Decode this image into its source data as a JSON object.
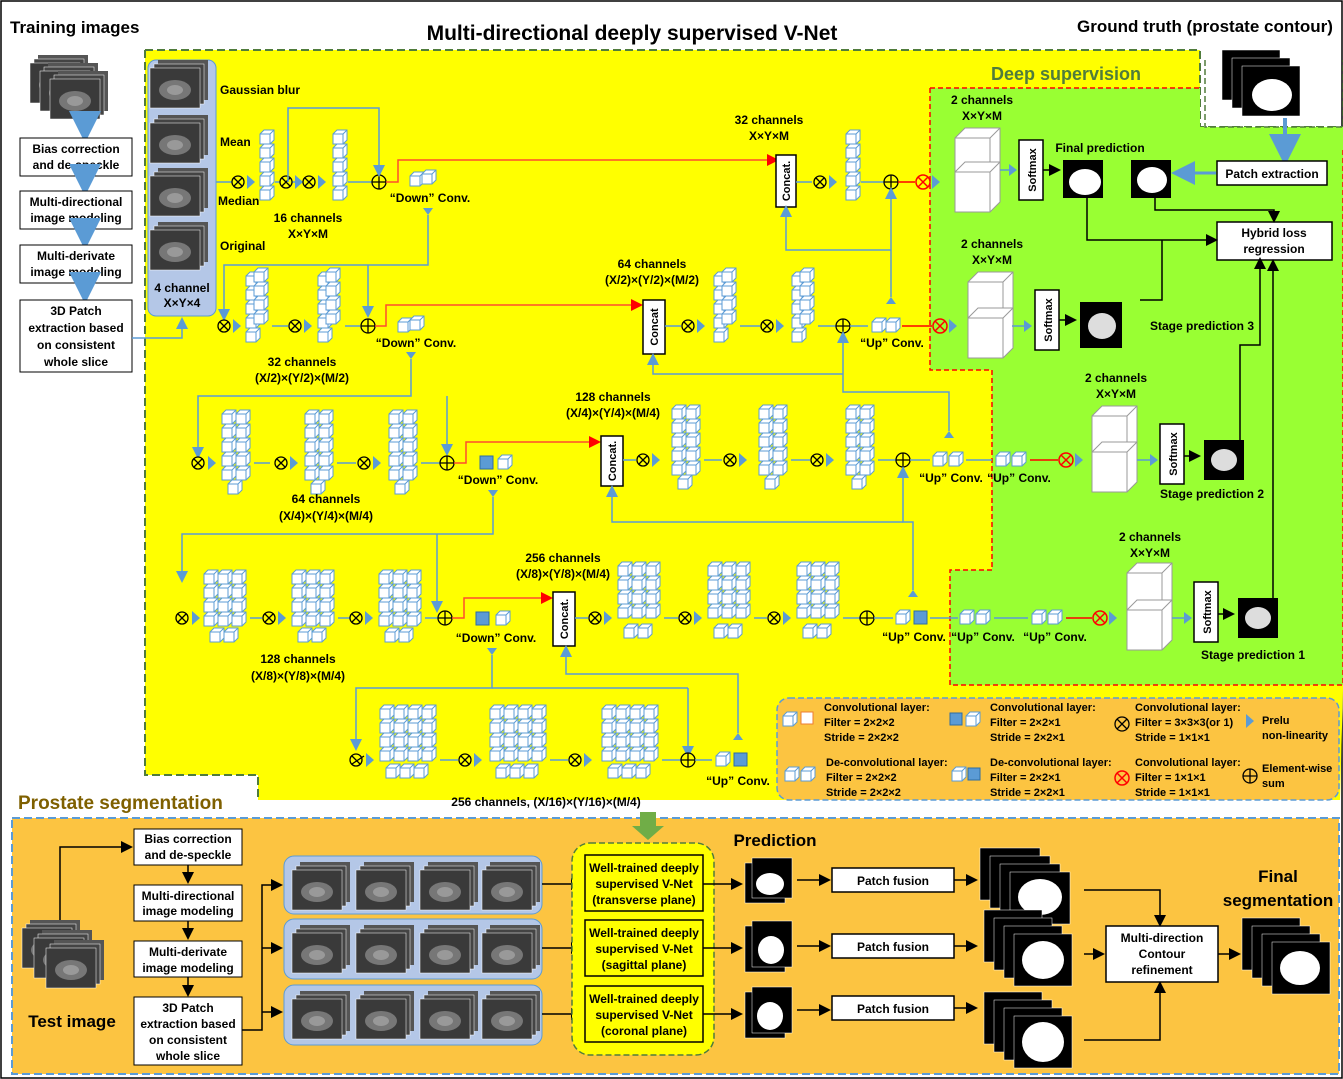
{
  "title": "Multi-directional deeply supervised V-Net",
  "training_images_label": "Training images",
  "ground_truth_label": "Ground truth (prostate contour)",
  "deep_supervision_label": "Deep supervision",
  "prostate_segmentation_label": "Prostate segmentation",
  "pipeline": [
    [
      "Bias correction",
      "and de-speckle"
    ],
    [
      "Multi-directional",
      "image modeling"
    ],
    [
      "Multi-derivate",
      "image modeling"
    ],
    [
      "3D Patch",
      "extraction based",
      "on consistent",
      "whole slice"
    ]
  ],
  "input_maps": [
    "Gaussian blur",
    "Mean",
    "Median",
    "Original"
  ],
  "input_channels": [
    "4 channel",
    "X×Y×4"
  ],
  "levels": {
    "l1": {
      "channels": "16 channels",
      "dims": "X×Y×M"
    },
    "l2": {
      "channels": "32 channels",
      "dims": "(X/2)×(Y/2)×(M/2)"
    },
    "l3": {
      "channels": "64 channels",
      "dims": "(X/4)×(Y/4)×(M/4)"
    },
    "l4": {
      "channels": "128 channels",
      "dims": "(X/8)×(Y/8)×(M/4)"
    },
    "l5": {
      "channels": "256 channels, (X/16)×(Y/16)×(M/4)"
    }
  },
  "decoder": {
    "d1": {
      "channels": "32 channels",
      "dims": "X×Y×M"
    },
    "d2": {
      "channels": "64 channels",
      "dims": "(X/2)×(Y/2)×(M/2)"
    },
    "d3": {
      "channels": "128 channels",
      "dims": "(X/4)×(Y/4)×(M/4)"
    },
    "d4": {
      "channels": "256 channels",
      "dims": "(X/8)×(Y/8)×(M/4)"
    }
  },
  "down_conv": "“Down” Conv.",
  "up_conv": "“Up” Conv.",
  "concat_labels": [
    "Concat.",
    "Concat",
    "Concat.",
    "Concat."
  ],
  "two_channels": "2 channels",
  "xym": "X×Y×M",
  "softmax": "Softmax",
  "final_prediction": "Final prediction",
  "stage_predictions": [
    "Stage prediction 3",
    "Stage prediction 2",
    "Stage prediction 1"
  ],
  "patch_extraction": "Patch extraction",
  "hybrid_loss": [
    "Hybrid loss",
    "regression"
  ],
  "legend": [
    {
      "title": "Convolutional layer:",
      "l1": "Filter = 2×2×2",
      "l2": "Stride = 2×2×2"
    },
    {
      "title": "Convolutional layer:",
      "l1": "Filter = 2×2×1",
      "l2": "Stride = 2×2×1"
    },
    {
      "title": "Convolutional layer:",
      "l1": "Filter = 3×3×3(or 1)",
      "l2": "Stride = 1×1×1"
    },
    {
      "title": "Prelu",
      "l1": "non-linearity",
      "l2": ""
    },
    {
      "title": "De-convolutional layer:",
      "l1": "Filter = 2×2×2",
      "l2": "Stride = 2×2×2"
    },
    {
      "title": "De-convolutional layer:",
      "l1": "Filter = 2×2×1",
      "l2": "Stride = 2×2×1"
    },
    {
      "title": "Convolutional layer:",
      "l1": "Filter = 1×1×1",
      "l2": "Stride = 1×1×1"
    },
    {
      "title": "Element-wise",
      "l1": "sum",
      "l2": ""
    }
  ],
  "test_image": "Test image",
  "prediction": "Prediction",
  "well_trained": [
    [
      "Well-trained deeply",
      "supervised V-Net",
      "(transverse plane)"
    ],
    [
      "Well-trained deeply",
      "supervised V-Net",
      "(sagittal plane)"
    ],
    [
      "Well-trained deeply",
      "supervised V-Net",
      "(coronal plane)"
    ]
  ],
  "patch_fusion": "Patch fusion",
  "multi_direction": [
    "Multi-direction",
    "Contour",
    "refinement"
  ],
  "final_segmentation": [
    "Final",
    "segmentation"
  ],
  "colors": {
    "yellow": "#ffff00",
    "green": "#99ff33",
    "orange": "#fcc441",
    "blue": "#5b9bd5",
    "red": "#ff0000",
    "panel": "#b4c7e7"
  }
}
